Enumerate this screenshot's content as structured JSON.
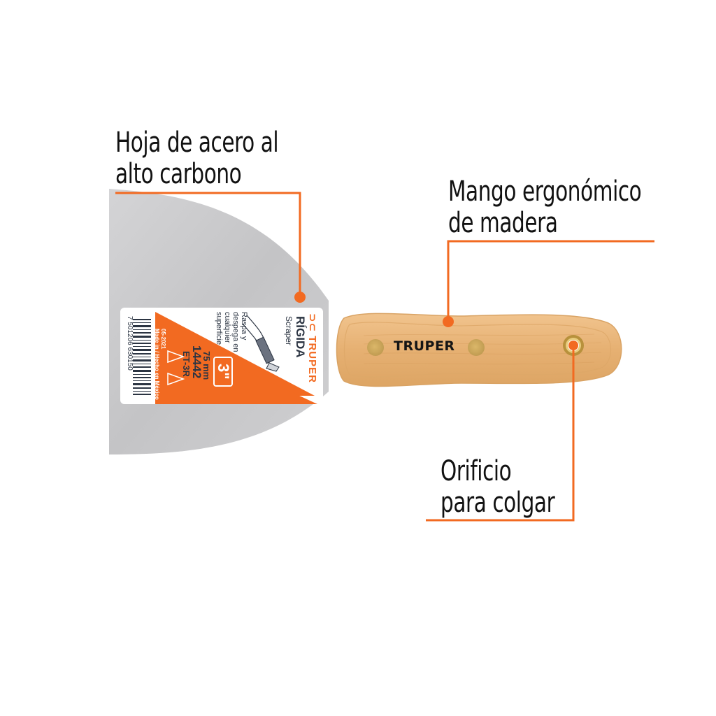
{
  "product": {
    "brand": "TRUPER",
    "brand_mark": "®",
    "name": "RÍGIDA",
    "type": "Scraper",
    "description_lines": [
      "Raspa y",
      "despega en",
      "cualquier",
      "superficie"
    ],
    "size_inch": "3\"",
    "size_mm": "75 mm",
    "code": "14442",
    "model": "ET-3R",
    "date_code": "05-2021",
    "origin": "Made in / Hecho en México",
    "barcode": "7 501206 630150",
    "handle_brand": "TRUPER"
  },
  "callouts": [
    {
      "id": "blade",
      "lines": [
        "Hoja de acero al",
        "alto carbono"
      ]
    },
    {
      "id": "handle",
      "lines": [
        "Mango ergonómico",
        "de madera"
      ]
    },
    {
      "id": "hole",
      "lines": [
        "Orificio",
        "para colgar"
      ]
    }
  ],
  "colors": {
    "accent": "#F26A21",
    "text": "#111111",
    "blade": "#C9C9CB",
    "wood": "#E9B57C",
    "label_navy": "#2B3442"
  }
}
